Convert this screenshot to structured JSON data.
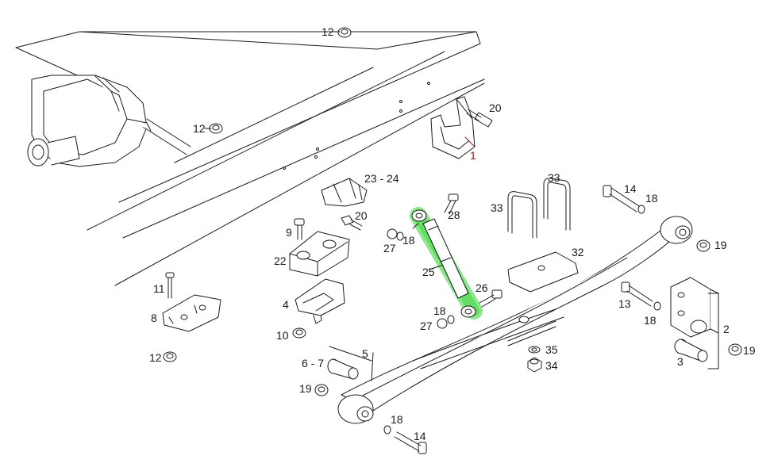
{
  "diagram": {
    "highlight_color": "#2fd52f",
    "highlighted_part": "25",
    "line_color": "#1a1a1a",
    "callouts": {
      "c1": "1",
      "c2": "2",
      "c3": "3",
      "c4": "4",
      "c5": "5",
      "c67": "6 - 7",
      "c8": "8",
      "c9": "9",
      "c10": "10",
      "c11": "11",
      "c12a": "12",
      "c12b": "12",
      "c12c": "12",
      "c13": "13",
      "c14a": "14",
      "c14b": "14",
      "c18a": "18",
      "c18b": "18",
      "c18c": "18",
      "c18d": "18",
      "c18e": "18",
      "c19a": "19",
      "c19b": "19",
      "c19c": "19",
      "c20a": "20",
      "c20b": "20",
      "c22": "22",
      "c2324": "23 - 24",
      "c25": "25",
      "c26": "26",
      "c27a": "27",
      "c27b": "27",
      "c28": "28",
      "c32": "32",
      "c33a": "33",
      "c33b": "33",
      "c34": "34",
      "c35": "35"
    }
  }
}
